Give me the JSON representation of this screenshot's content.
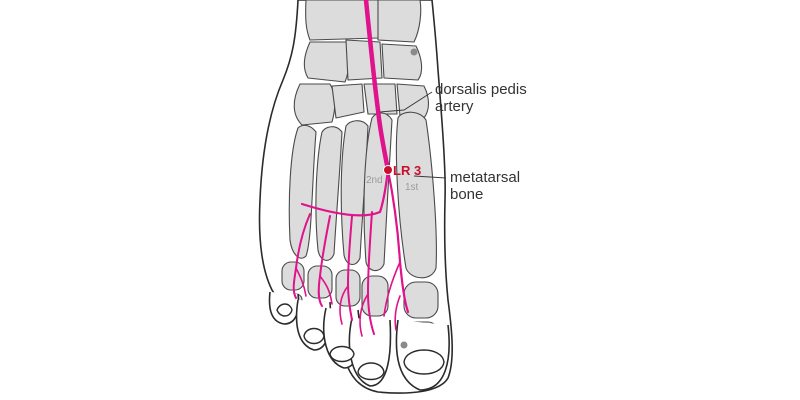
{
  "labels": {
    "artery_line1": "dorsalis pedis",
    "artery_line2": "artery",
    "bone_line1": "metatarsal",
    "bone_line2": "bone",
    "point": "LR 3",
    "second": "2nd",
    "first": "1st"
  },
  "colors": {
    "vessel": "#e0128c",
    "point": "#c8102e",
    "bone": "#dcdcdc"
  }
}
